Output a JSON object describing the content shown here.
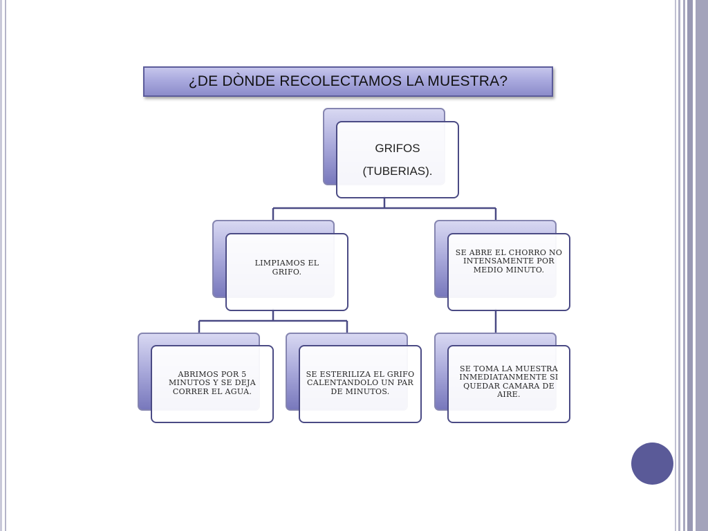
{
  "slide": {
    "title": "¿DE DÒNDE RECOLECTAMOS LA MUESTRA?"
  },
  "diagram": {
    "root": {
      "line1": "GRIFOS",
      "line2": "(TUBERIAS)."
    },
    "left": {
      "text": "LIMPIAMOS EL GRIFO.",
      "children": [
        "ABRIMOS POR 5 MINUTOS Y SE DEJA CORRER EL AGUA.",
        "SE ESTERILIZA EL GRIFO CALENTANDOLO UN PAR DE MINUTOS."
      ]
    },
    "right": {
      "text": "SE ABRE EL CHORRO NO INTENSAMENTE POR MEDIO MINUTO.",
      "child": "SE TOMA LA MUESTRA INMEDIATANMENTE SI QUEDAR CAMARA DE AIRE."
    }
  },
  "colors": {
    "accent": "#5a5a98",
    "box_border": "#4a4a84",
    "connector": "#4a4a84"
  }
}
